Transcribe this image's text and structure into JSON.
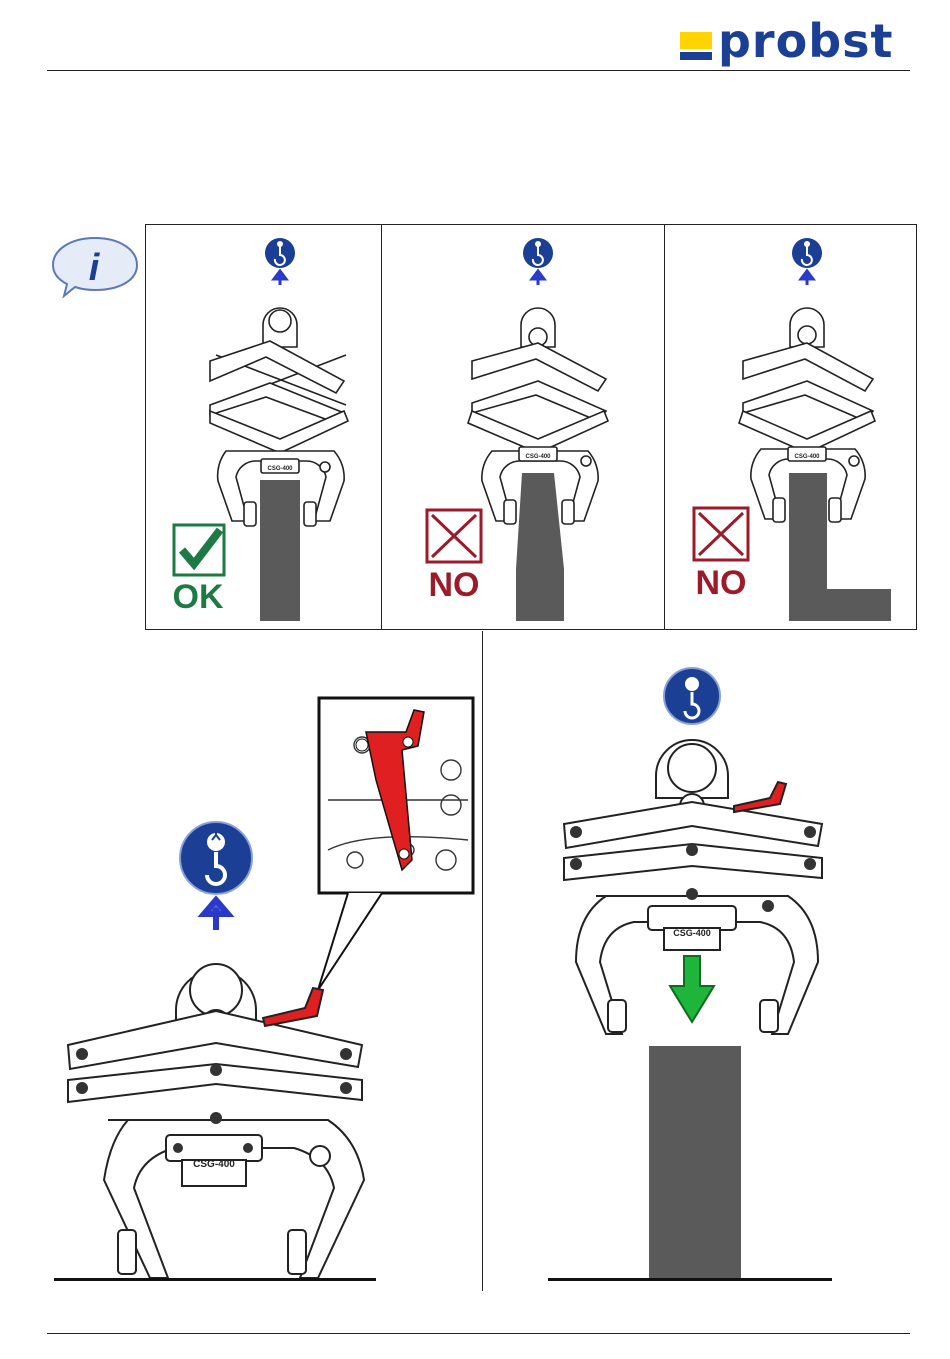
{
  "header": {
    "logo_text": "probst",
    "logo_colors": {
      "yellow": "#ffd400",
      "blue": "#1a3f95"
    }
  },
  "info_icon": {
    "icon": "info-speech-bubble-icon",
    "glyph": "i"
  },
  "panels": [
    {
      "verdict": "OK",
      "status_icon": "checkmark-icon",
      "color": "#1e7a45",
      "clamp_label": "CSG-400",
      "load": "straight"
    },
    {
      "verdict": "NO",
      "status_icon": "cross-icon",
      "color": "#9b1b2a",
      "clamp_label": "CSG-400",
      "load": "tapered"
    },
    {
      "verdict": "NO",
      "status_icon": "cross-icon",
      "color": "#9b1b2a",
      "clamp_label": "CSG-400",
      "load": "L-shaped"
    }
  ],
  "bottom_left": {
    "clamp_label": "CSG-400",
    "hook_icon": "crane-hook-icon",
    "arrow": "up",
    "lever_color": "#e02020"
  },
  "bottom_right": {
    "clamp_label": "CSG-400",
    "hook_icon": "crane-hook-icon",
    "arrow": "down",
    "arrow_color": "#1db53a"
  }
}
